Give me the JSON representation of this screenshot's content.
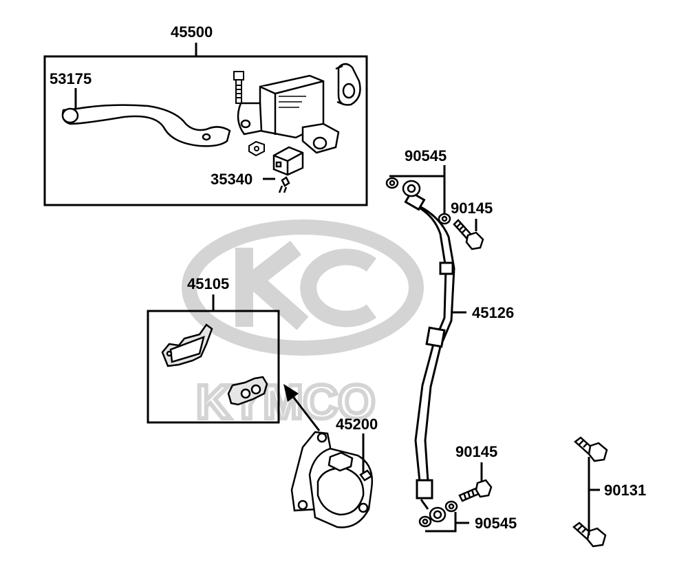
{
  "watermark": {
    "brand": "KYMCO"
  },
  "parts": {
    "master_cylinder_assy": "45500",
    "brake_lever": "53175",
    "stop_switch": "35340",
    "pad_set": "45105",
    "caliper_assy": "45200",
    "brake_hose": "45126",
    "washer_top": "90545",
    "bolt_top": "90145",
    "bolt_bottom": "90145",
    "washer_bottom": "90545",
    "caliper_bolt": "90131"
  },
  "colors": {
    "ink": "#000000",
    "watermark": "#d4d4d4",
    "pad": "#e6e6e6"
  }
}
